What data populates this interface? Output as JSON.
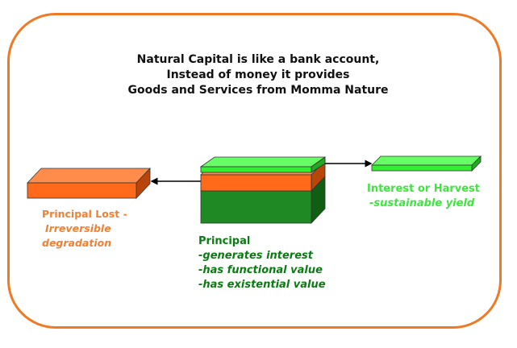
{
  "title_lines": [
    "Natural Capital is like a bank account,",
    "Instead of money it provides",
    "Goods and Services from Momma Nature"
  ],
  "principal_lost": {
    "heading": "Principal Lost -",
    "lines": [
      "Irreversible",
      "degradation"
    ]
  },
  "interest": {
    "heading": "Interest or Harvest",
    "subline": "-sustainable yield"
  },
  "principal": {
    "heading": "Principal",
    "lines": [
      "-generates interest",
      "-has functional value",
      "-has existential value"
    ]
  },
  "colors": {
    "frame_border": "#ee7a25",
    "orange_block": "#ff6a1a",
    "dark_green_block": "#1f8a24",
    "light_green_block": "#33ee33",
    "orange_text": "#f08033",
    "light_green_text": "#3fe53f",
    "dark_green_text": "#0b7a12"
  }
}
